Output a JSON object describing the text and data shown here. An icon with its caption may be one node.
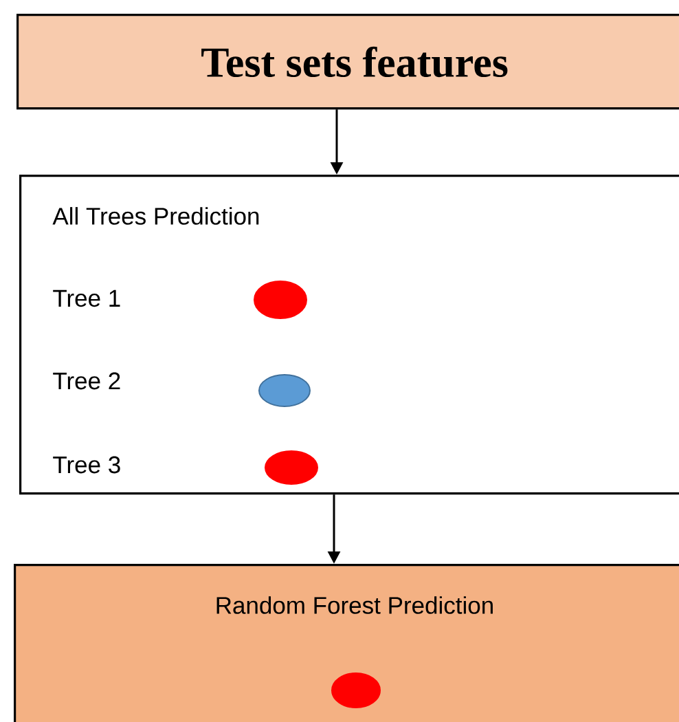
{
  "diagram": {
    "nodes": [
      {
        "text": [
          "Test sets features"
        ]
      },
      {
        "text": [
          "All Trees Prediction",
          "Tree 1",
          "Tree 2",
          "Tree 3"
        ]
      },
      {
        "text": [],
        "shape": "circle",
        "in": 1
      },
      {
        "text": [],
        "shape": "circle",
        "in": 1
      },
      {
        "text": [],
        "shape": "circle",
        "in": 1
      },
      {
        "text": [
          "Random Forest Prediction"
        ]
      },
      {
        "text": [],
        "shape": "circle",
        "in": 5
      }
    ],
    "edges": [
      {
        "from": 0,
        "to": 1,
        "arrow": "to"
      },
      {
        "from": 1,
        "to": 5,
        "arrow": "to"
      }
    ]
  }
}
